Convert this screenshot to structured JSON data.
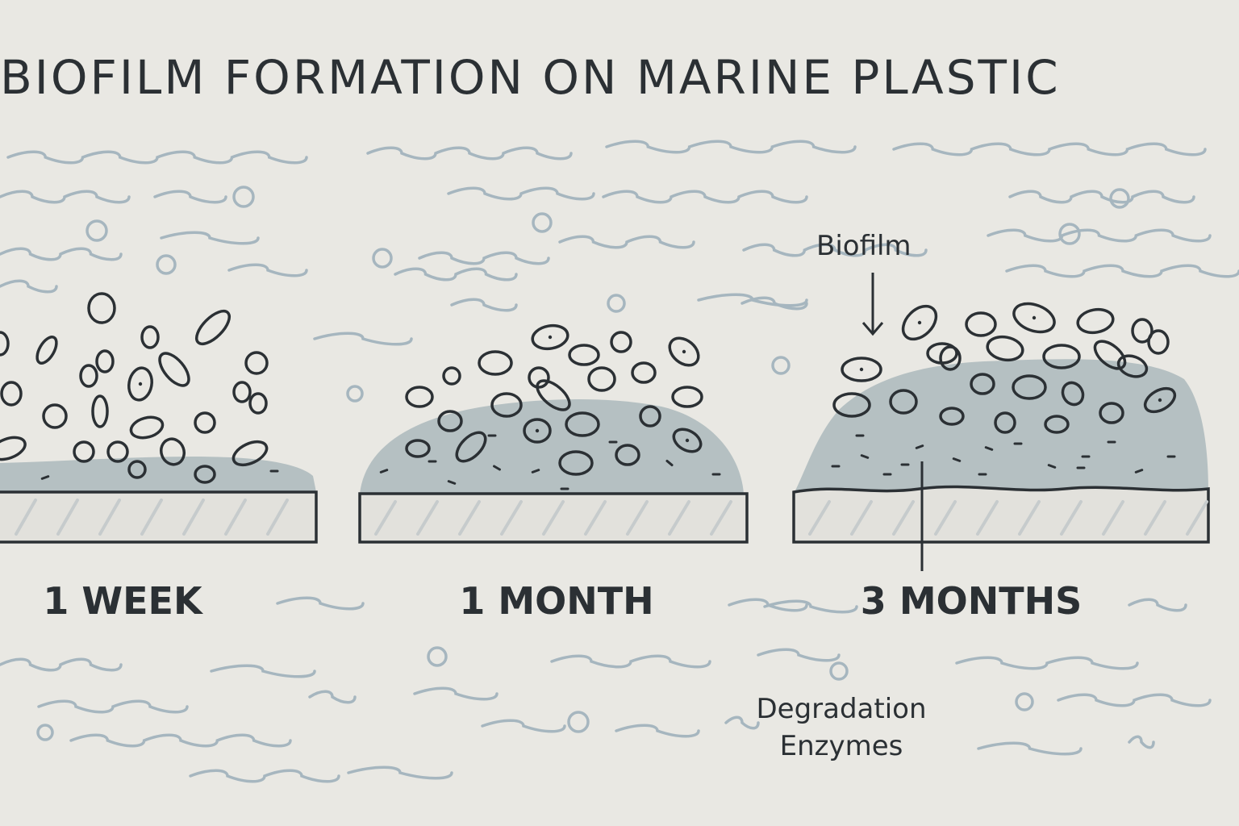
{
  "title": "BIOFILM FORMATION ON MARINE PLASTIC",
  "stages": [
    {
      "label": "1 WEEK"
    },
    {
      "label": "1 MONTH"
    },
    {
      "label": "3 MONTHS"
    }
  ],
  "annotations": {
    "biofilm": "Biofilm",
    "degradation_line1": "Degradation",
    "degradation_line2": "Enzymes"
  },
  "colors": {
    "background": "#e9e8e3",
    "ink": "#2b3034",
    "water": "#a6b6bf",
    "biofilm": "#b5c0c2",
    "plastic": "#e2e1dc",
    "hatch": "#c6cbcc"
  }
}
